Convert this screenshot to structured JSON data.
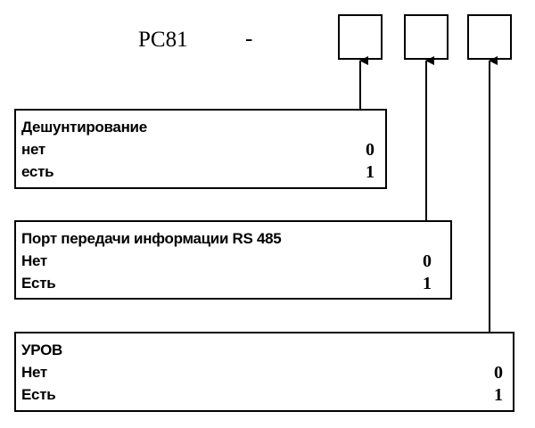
{
  "header": {
    "model_code": "PC81",
    "separator": "-"
  },
  "code_boxes": [
    {
      "value": ""
    },
    {
      "value": ""
    },
    {
      "value": ""
    }
  ],
  "options": [
    {
      "title": "Дешунтирование",
      "choices": [
        {
          "label": "нет",
          "code": "0"
        },
        {
          "label": "есть",
          "code": "1"
        }
      ]
    },
    {
      "title": "Порт передачи информации RS 485",
      "choices": [
        {
          "label": "Нет",
          "code": "0"
        },
        {
          "label": "Есть",
          "code": "1"
        }
      ]
    },
    {
      "title": "УРОВ",
      "choices": [
        {
          "label": "Нет",
          "code": "0"
        },
        {
          "label": "Есть",
          "code": "1"
        }
      ]
    }
  ],
  "colors": {
    "line": "#000000",
    "background": "#ffffff"
  }
}
